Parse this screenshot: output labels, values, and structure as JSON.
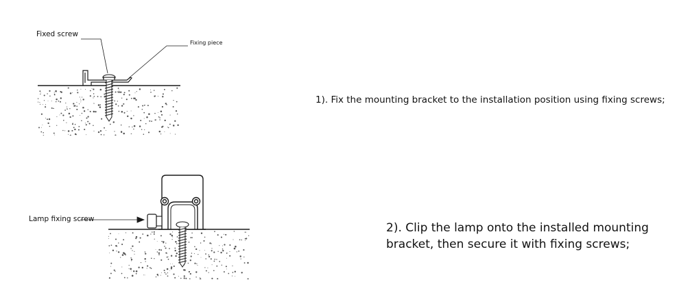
{
  "diagram1": {
    "callouts": {
      "fixed_screw": "Fixed screw",
      "fixing_piece": "Fixing piece"
    },
    "instruction": "1). Fix the mounting bracket to the installation position using fixing screws;"
  },
  "diagram2": {
    "callouts": {
      "lamp_fixing_screw": "Lamp fixing screw"
    },
    "instruction": "2). Clip the lamp onto the installed mounting bracket, then secure it with fixing screws;"
  },
  "colors": {
    "line": "#1a1a1a",
    "background": "#ffffff",
    "speckle": "#555555"
  }
}
